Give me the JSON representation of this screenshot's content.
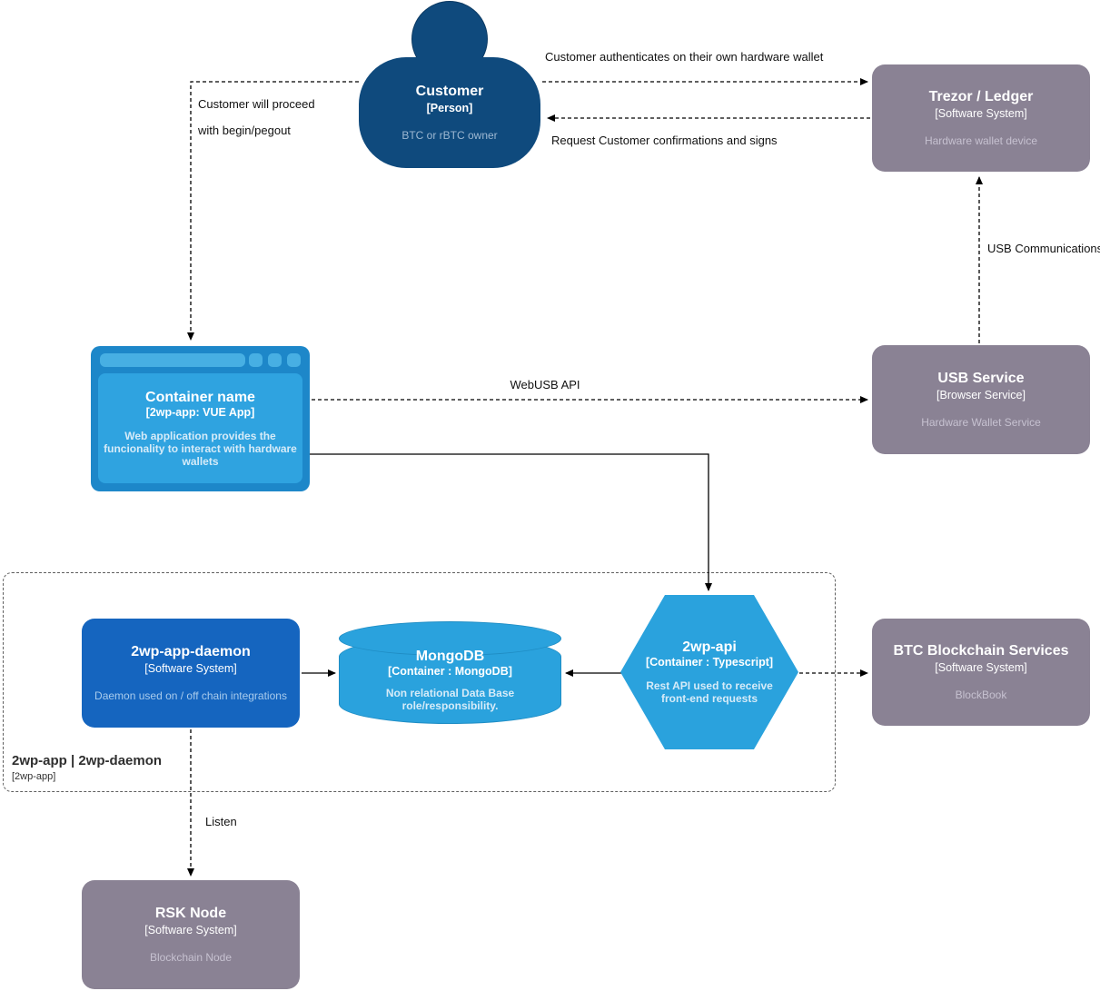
{
  "diagram": {
    "kind": "C4 container diagram",
    "colors": {
      "person_navy": "#0f4a7d",
      "system_gray": "#8a8294",
      "daemon_blue": "#1565bf",
      "container_lightblue": "#2aa2dd",
      "browser_frame_blue": "#1d87c9",
      "browser_panel_blue": "#2fa3e0"
    }
  },
  "nodes": {
    "customer": {
      "title": "Customer",
      "type": "[Person]",
      "desc": "BTC or rBTC owner"
    },
    "trezor": {
      "title": "Trezor / Ledger",
      "type": "[Software System]",
      "desc": "Hardware wallet device"
    },
    "container": {
      "title": "Container name",
      "type": "[2wp-app: VUE App]",
      "desc": "Web application provides the funcionality to interact with hardware wallets"
    },
    "usb": {
      "title": "USB Service",
      "type": "[Browser Service]",
      "desc": "Hardware Wallet Service"
    },
    "daemon": {
      "title": "2wp-app-daemon",
      "type": "[Software System]",
      "desc": "Daemon used on / off chain integrations"
    },
    "mongodb": {
      "title": "MongoDB",
      "type": "[Container : MongoDB]",
      "desc": "Non relational Data Base role/responsibility."
    },
    "api": {
      "title": "2wp-api",
      "type": "[Container : Typescript]",
      "desc": "Rest API used to receive front-end requests"
    },
    "btc": {
      "title": "BTC Blockchain Services",
      "type": "[Software System]",
      "desc": "BlockBook"
    },
    "rsk": {
      "title": "RSK Node",
      "type": "[Software System]",
      "desc": "Blockchain Node"
    }
  },
  "boundary": {
    "title": "2wp-app | 2wp-daemon",
    "type": "[2wp-app]"
  },
  "edges": {
    "authenticate": "Customer authenticates on their own hardware wallet",
    "request_sign": "Request Customer confirmations and signs",
    "proceed_line1": "Customer will proceed",
    "proceed_line2": "with begin/pegout",
    "usb_comm": "USB Communications",
    "webusb": "WebUSB API",
    "listen": "Listen"
  }
}
